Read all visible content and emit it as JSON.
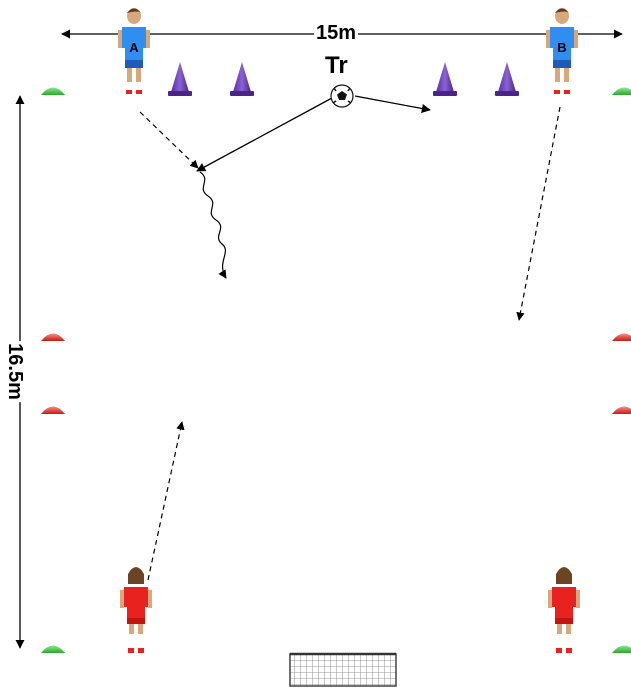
{
  "field": {
    "width_label": "15m",
    "height_label": "16.5m",
    "trainer_label": "Tr"
  },
  "players": [
    {
      "id": "A",
      "label": "A",
      "team": "blue"
    },
    {
      "id": "B",
      "label": "B",
      "team": "blue"
    },
    {
      "id": "red-left",
      "label": "",
      "team": "red"
    },
    {
      "id": "red-right",
      "label": "",
      "team": "red"
    }
  ],
  "colors": {
    "blue_kit": "#2f8ef0",
    "red_kit": "#e8231f",
    "green_cone": "#3fc43f",
    "red_cone": "#d9261c",
    "purple_cone": "#6a3fb0",
    "net": "#555555"
  },
  "icons": [
    "ball-icon",
    "goal-icon",
    "cone-icon",
    "marker-icon"
  ]
}
